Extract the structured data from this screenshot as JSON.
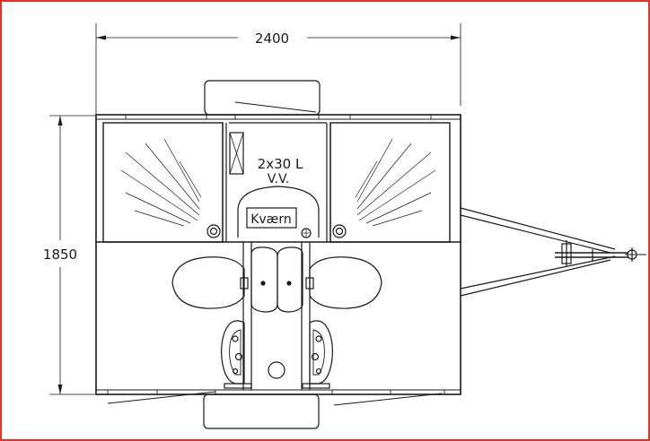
{
  "drawing": {
    "dimension_width": "2400",
    "dimension_height": "1850",
    "tank_label_line1": "2x30  L",
    "tank_label_line2": "V.V.",
    "grinder_label": "Kværn"
  },
  "colors": {
    "frame_border": "#e0342b",
    "ink": "#1a1a1a"
  }
}
